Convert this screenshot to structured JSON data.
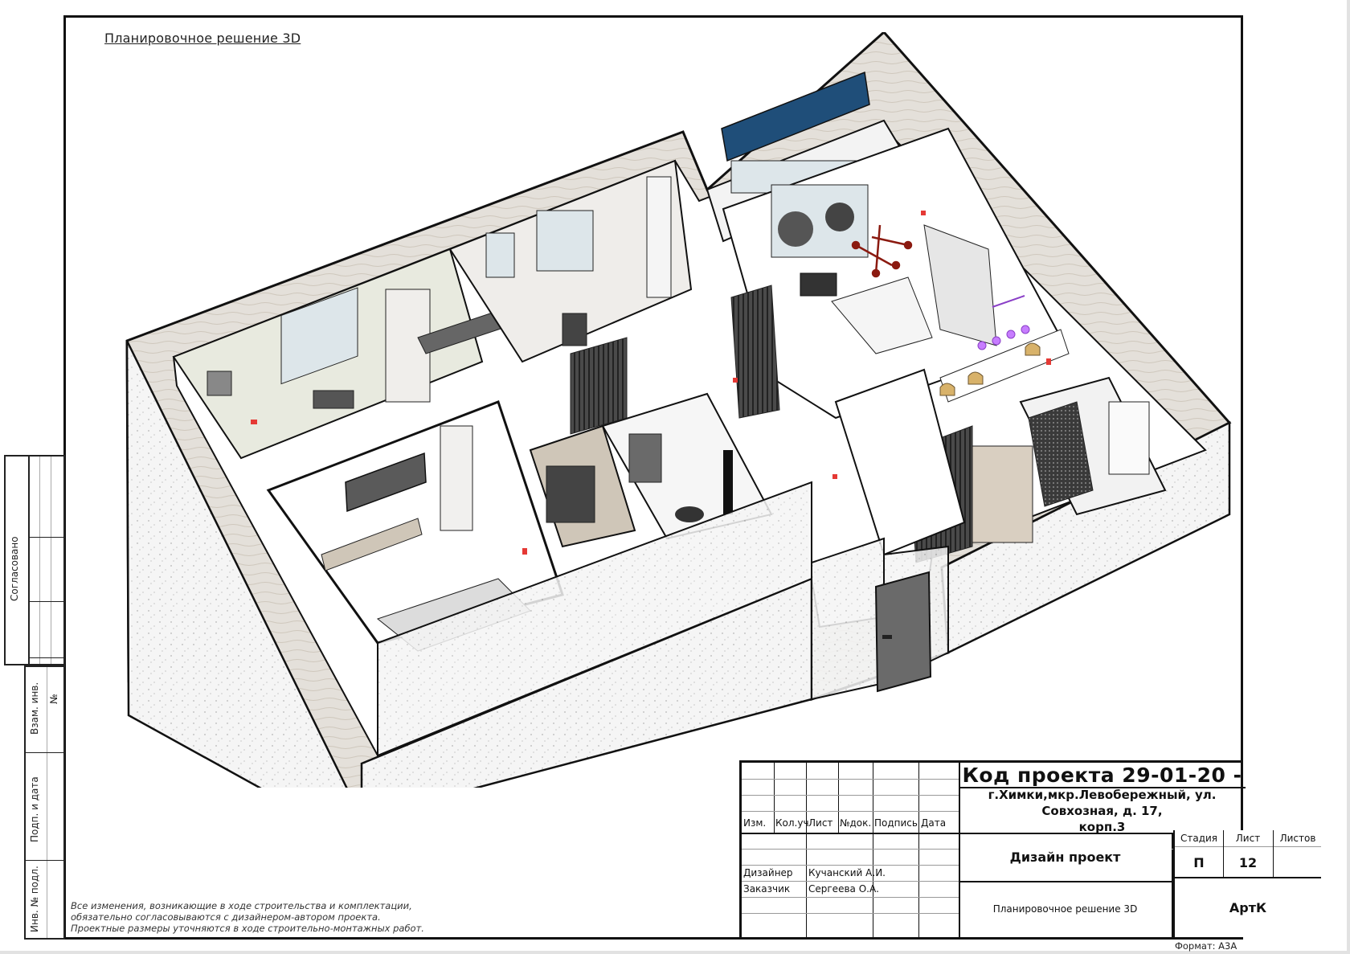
{
  "sheet": {
    "title": "Планировочное решение 3D",
    "format": "Формат: А3А"
  },
  "side_stamps": {
    "agreed": "Согласовано",
    "replace_inv": "Взам. инв.",
    "replace_inv_no": "№",
    "sign_date": "Подп. и дата",
    "inv_no_orig": "Инв. № подл."
  },
  "notes": [
    "Все изменения, возникающие в ходе строительства и комплектации,",
    "обязательно согласовываются с дизайнером-автором проекта.",
    "Проектные размеры уточняются в ходе строительно-монтажных работ."
  ],
  "title_block": {
    "project_code": "Код проекта 29-01-20 -",
    "address_line1": "г.Химки,мкр.Левобережный, ул. Совхозная, д. 17,",
    "address_line2": "корп.3",
    "columns": [
      "Изм.",
      "Кол.уч",
      "Лист",
      "№док.",
      "Подпись",
      "Дата"
    ],
    "roles": [
      {
        "role": "Дизайнер",
        "name": "Кучанский А.И."
      },
      {
        "role": "Заказчик",
        "name": "Сергеева О.А."
      }
    ],
    "project_type": "Дизайн проект",
    "sheet_name": "Планировочное решение 3D",
    "stage_label": "Стадия",
    "sheet_label": "Лист",
    "sheets_label": "Листов",
    "stage_value": "П",
    "sheet_value": "12",
    "sheets_value": "",
    "organization": "АртК"
  },
  "drawing": {
    "type": "isometric 3D apartment floor plan",
    "colors": {
      "wall_top": "#e4e0da",
      "floor": "#ffffff",
      "wall_section": "#f2f2f2",
      "wood": "#cfc6b8",
      "dark_panel": "#555555",
      "blind_blue": "#1f4e79",
      "window_glass": "#dde6ea",
      "accent_red": "#8b1a10",
      "lamp_purple": "#c77dff",
      "chair_tan": "#d8b26a",
      "door_grey": "#6a6a6a"
    }
  }
}
